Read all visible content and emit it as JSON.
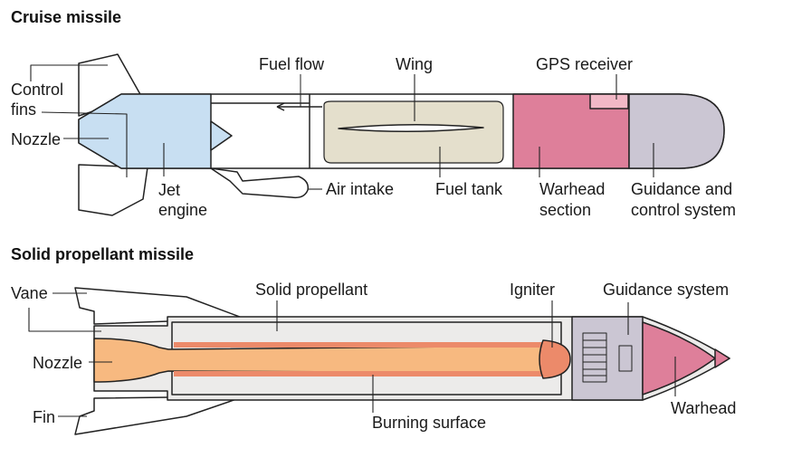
{
  "cruise": {
    "title": "Cruise missile",
    "labels": {
      "control_fins_1": "Control",
      "control_fins_2": "fins",
      "nozzle": "Nozzle",
      "jet_engine_1": "Jet",
      "jet_engine_2": "engine",
      "fuel_flow": "Fuel flow",
      "wing": "Wing",
      "gps_receiver": "GPS receiver",
      "air_intake": "Air intake",
      "fuel_tank": "Fuel tank",
      "warhead_section_1": "Warhead",
      "warhead_section_2": "section",
      "guidance_1": "Guidance and",
      "guidance_2": "control system"
    }
  },
  "solid": {
    "title": "Solid propellant missile",
    "labels": {
      "vane": "Vane",
      "nozzle": "Nozzle",
      "fin": "Fin",
      "solid_propellant": "Solid propellant",
      "igniter": "Igniter",
      "guidance_system": "Guidance system",
      "burning_surface": "Burning surface",
      "warhead": "Warhead"
    }
  },
  "colors": {
    "engine_blue": "#c8dff2",
    "fuel_tan": "#e4dfcc",
    "warhead_pink": "#de7f9a",
    "gps_pink": "#f1b8c6",
    "guidance_lilac": "#cbc6d3",
    "propellant_orange": "#f7b980",
    "propellant_dark": "#ec8a6a",
    "casing_grey": "#ecebea"
  }
}
